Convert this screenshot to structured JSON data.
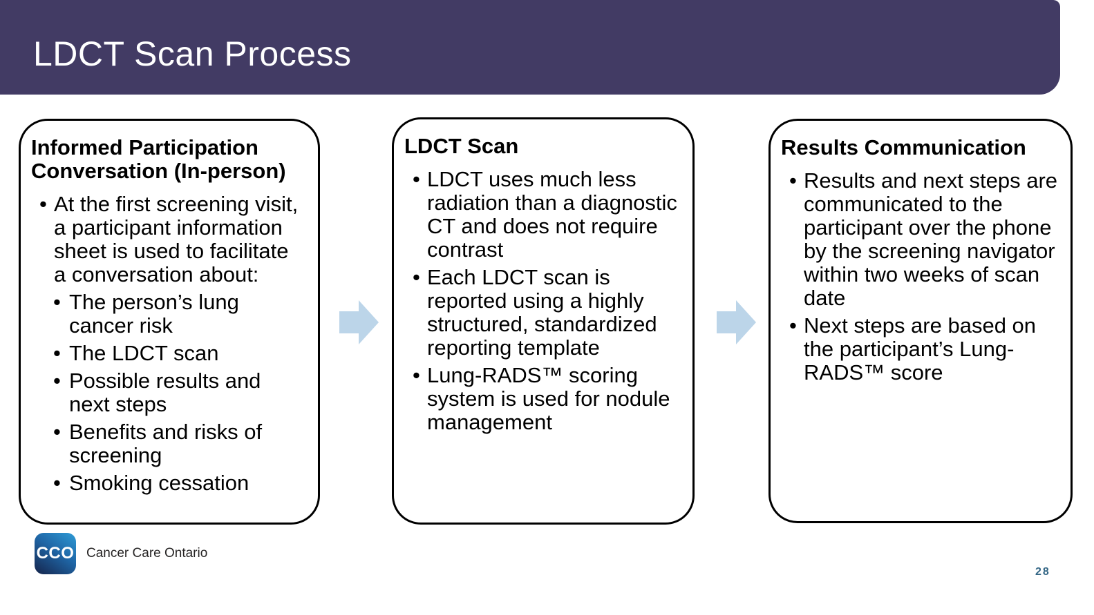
{
  "header": {
    "title": "LDCT Scan Process"
  },
  "boxes": [
    {
      "title": "Informed Participation Conversation (In-person)",
      "bullets": [
        {
          "level": 1,
          "text": "At the first screening visit, a participant information sheet is used to facilitate a conversation about:"
        },
        {
          "level": 2,
          "text": "The person’s lung cancer risk"
        },
        {
          "level": 2,
          "text": "The LDCT scan"
        },
        {
          "level": 2,
          "text": "Possible results and next steps"
        },
        {
          "level": 2,
          "text": "Benefits and risks of screening"
        },
        {
          "level": 2,
          "text": "Smoking cessation"
        }
      ]
    },
    {
      "title": "LDCT Scan",
      "bullets": [
        {
          "level": 1,
          "text": "LDCT uses much less radiation than a diagnostic CT and does not require contrast"
        },
        {
          "level": 1,
          "text": "Each LDCT scan is reported using a highly structured, standardized reporting template"
        },
        {
          "level": 1,
          "text": "Lung-RADS™ scoring system is used for nodule management"
        }
      ]
    },
    {
      "title": "Results Communication",
      "bullets": [
        {
          "level": 1,
          "text": "Results and next steps are communicated to the participant over the phone by the screening navigator within two weeks of scan date"
        },
        {
          "level": 1,
          "text": "Next steps are based on the participant’s Lung-RADS™ score"
        }
      ]
    }
  ],
  "bullet_glyph": "•",
  "footer": {
    "logo_abbr": "CCO",
    "logo_text": "Cancer Care Ontario",
    "page_number": "28"
  },
  "colors": {
    "header_bg": "#423B64",
    "arrow_fill": "#BCD5E9",
    "page_number": "#336685"
  }
}
